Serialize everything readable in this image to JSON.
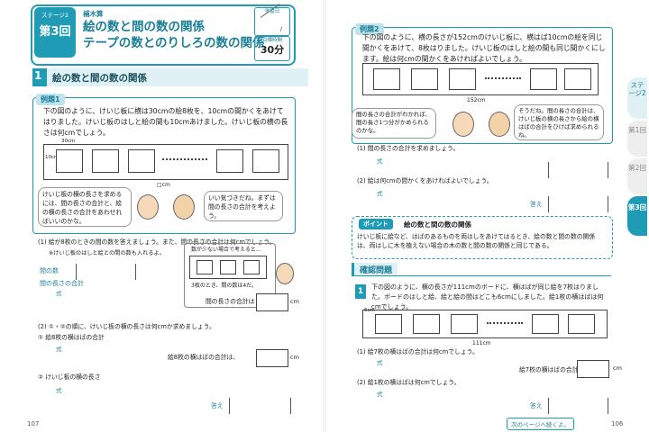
{
  "left": {
    "header": {
      "stage_small": "ステージ2",
      "stage_num": "第3回",
      "category": "補木算",
      "title_line1": "絵の数と間の数の関係",
      "title_line2": "テープの数とのりしろの数の関係",
      "study_date_label": "学習日",
      "target_time_label": "目標時間",
      "target_time": "30分",
      "date_slash": "/"
    },
    "section": {
      "num": "1",
      "title": "絵の数と間の数の関係"
    },
    "example1": {
      "tag": "例題1",
      "text": "下の図のように、けいじ板に横は30cmの絵8枚を、10cmの間かくをあけてはりました。けいじ板のはしと絵の間も10cmあけました。けいじ板の横の長さは何cmでしょう。",
      "fig_width_label": "30cm",
      "fig_gap_label": "10cm",
      "fig_bottom": "□cm",
      "bubble_left": "けいじ板の横の長さを求めるには、間の長さの合計と、絵の横の長さの合計をあわせればいいのかな。",
      "bubble_right": "いい気づきだね。まずは間の長さの合計を考えよう。"
    },
    "q1": {
      "text": "(1) 絵が8枚のときの間の数を答えましょう。また、間の長さの合計は何cmでしょう。",
      "note": "※けいじ板のはしと絵との間の数も入れるよ。",
      "hint_title": "数が少ない場合で考えると…",
      "hint_caption": "3枚のとき、間の数は4だ。",
      "label_gaps": "間の数",
      "label_total": "間の長さの合計",
      "shiki": "式",
      "result_label": "間の長さの合計は",
      "unit": "cm"
    },
    "q2": {
      "text": "(2) ①・②の順に、けいじ板の横の長さは何cmか求めましょう。",
      "sub1": "① 絵8枚の横はばの合計",
      "sub1_shiki": "式",
      "sub1_result": "絵8枚の横はばの合計は、",
      "sub2": "② けいじ板の横の長さ",
      "sub2_shiki": "式",
      "answer_label": "答え"
    },
    "page_number": "107"
  },
  "right": {
    "example2": {
      "tag": "例題2",
      "text": "下の図のように、横の長さが152cmのけいじ板に、横はば10cmの絵を同じ間かくをあけて、8枚はりました。けいじ板のはしと絵の間も同じ間かくにします。絵は何cmの間かくをあければよいでしょう。",
      "fig_total": "152cm",
      "bubble_left": "間の長さの合計がわかれば、間の長さ1つ分がかめられるのかな。",
      "bubble_right": "そうだね。間の長さの合計は、けいじ板の横の長さから絵の横はばの合計をひけば求められるね。"
    },
    "q1": {
      "text": "(1) 間の長さの合計を求めましょう。",
      "shiki": "式"
    },
    "q2": {
      "text": "(2) 絵は何cmの間かくをあければよいでしょう。",
      "shiki": "式",
      "answer_label": "答え"
    },
    "point": {
      "tag": "ポイント",
      "title": "絵の数と間の数の関係",
      "text": "けいじ板に絵など、はばのあるものを両はしをあけてはるとき、絵の数と間の数の関係は、両はしに木を植えない場合の木の数と間の数の関係と同じである。"
    },
    "kakunin": {
      "tag": "確認問題",
      "num": "1",
      "text": "下の図のように、横の長さが111cmのボードに、横はばが同じ絵を7枚はりました。ボードのはしと絵、絵と絵の間はどこも6cmにしました。絵1枚の横はばは何cmでしょう。",
      "fig_total": "111cm",
      "fig_gap": "6cm",
      "q1": "(1) 絵7枚の横はばの合計は何cmでしょう。",
      "q1_shiki": "式",
      "q1_result": "絵7枚の横はばの合計は",
      "unit": "cm",
      "q2": "(2) 絵1枚の横はばは何cmでしょう。",
      "q2_shiki": "式",
      "answer_label": "答え"
    },
    "side_tabs": [
      {
        "label": "ステージ2"
      },
      {
        "label": "第1回"
      },
      {
        "label": "第2回"
      },
      {
        "label": "第3回"
      }
    ],
    "next_page": "次のページへ続くよ。",
    "page_number": "106"
  },
  "colors": {
    "accent": "#1f9bb5",
    "light": "#dff1f5"
  }
}
